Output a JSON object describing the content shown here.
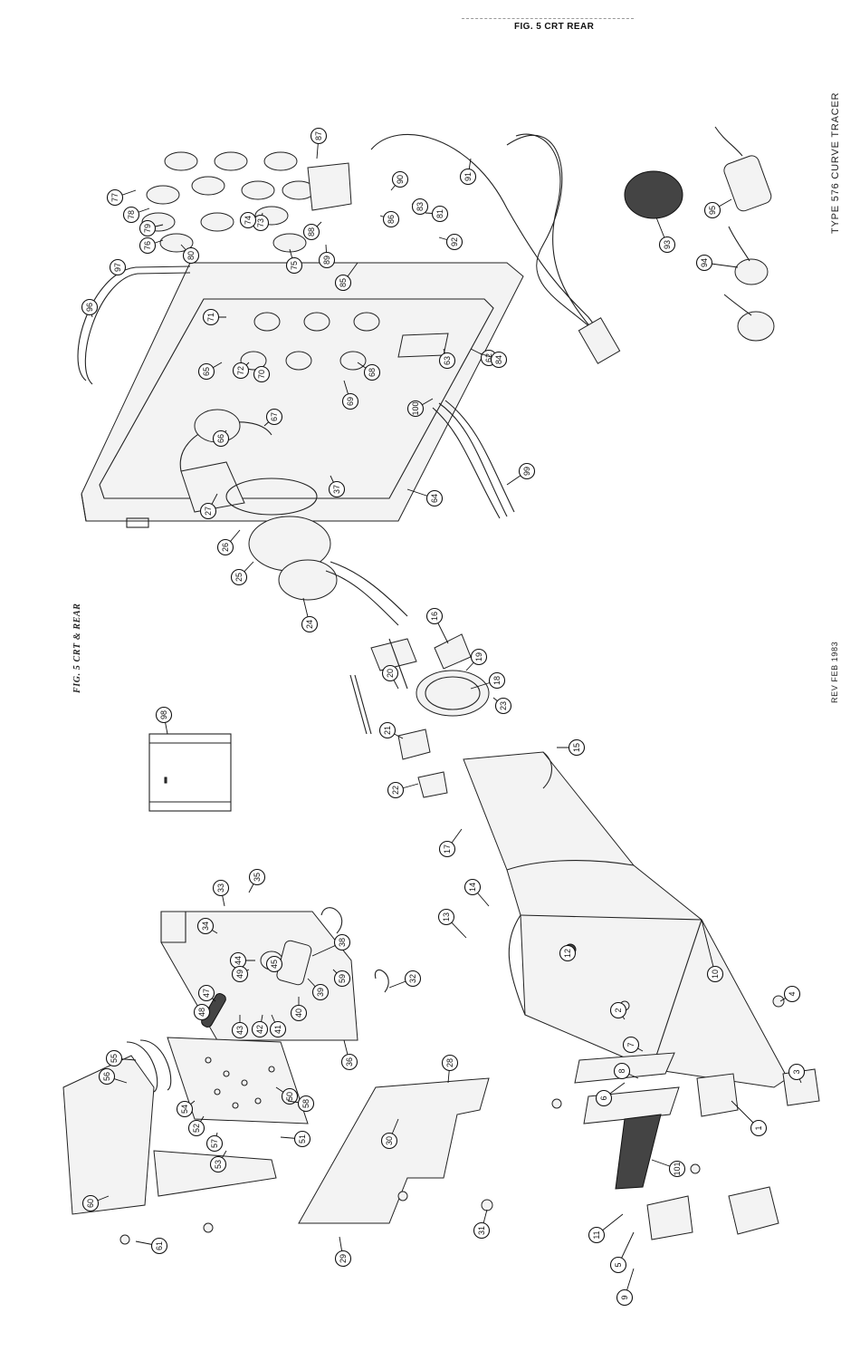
{
  "header": {
    "title": "FIG. 5 CRT REAR"
  },
  "side": {
    "instrument_title": "TYPE 576 CURVE TRACER",
    "revision": "REV FEB 1983",
    "figure_label": "FIG. 5 CRT & REAR"
  },
  "callouts": [
    "1",
    "2",
    "3",
    "4",
    "5",
    "6",
    "7",
    "8",
    "9",
    "10",
    "11",
    "12",
    "13",
    "14",
    "15",
    "16",
    "17",
    "18",
    "19",
    "20",
    "21",
    "22",
    "23",
    "24",
    "25",
    "26",
    "27",
    "28",
    "29",
    "30",
    "31",
    "32",
    "33",
    "34",
    "35",
    "36",
    "37",
    "38",
    "39",
    "40",
    "41",
    "42",
    "43",
    "44",
    "45",
    "47",
    "48",
    "49",
    "50",
    "51",
    "52",
    "53",
    "54",
    "55",
    "56",
    "57",
    "58",
    "59",
    "60",
    "61",
    "62",
    "63",
    "64",
    "65",
    "66",
    "67",
    "68",
    "69",
    "70",
    "71",
    "72",
    "73",
    "74",
    "75",
    "76",
    "77",
    "78",
    "79",
    "80",
    "81",
    "83",
    "84",
    "85",
    "86",
    "87",
    "88",
    "89",
    "90",
    "91",
    "92",
    "93",
    "94",
    "95",
    "96",
    "97",
    "98",
    "99",
    "100",
    "101"
  ]
}
